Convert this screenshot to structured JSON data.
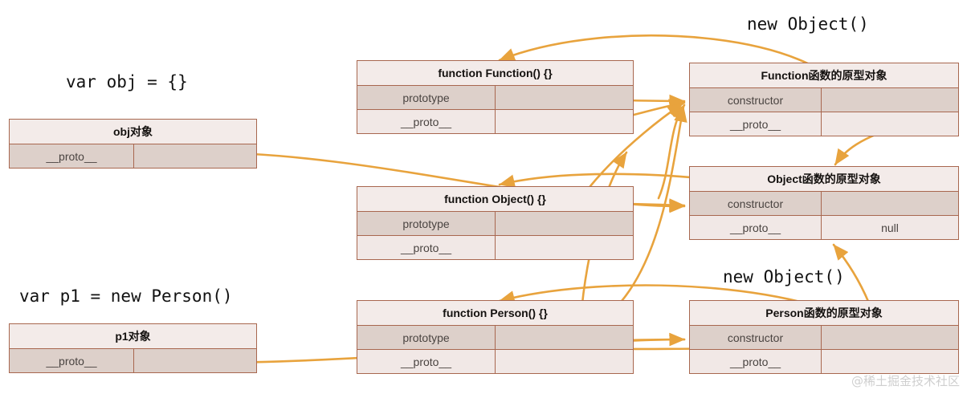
{
  "meta": {
    "title": "JavaScript prototype chain diagram",
    "watermark": "@稀土掘金技术社区"
  },
  "colors": {
    "arrow": "#E8A33D",
    "box_border": "#a8674f",
    "header_fill": "#f3ebe9",
    "row_shaded_fill": "#ddd0ca",
    "row_light_fill": "#f1e8e6",
    "text": "#14110f",
    "watermark": "#cfcfcf"
  },
  "captions": [
    {
      "id": "cap-obj",
      "text": "var obj = {}"
    },
    {
      "id": "cap-newobj-top",
      "text": "new Object()"
    },
    {
      "id": "cap-p1",
      "text": "var p1 = new Person()"
    },
    {
      "id": "cap-newobj-bottom",
      "text": "new Object()"
    }
  ],
  "boxes": {
    "obj": {
      "header": "obj对象",
      "rows": [
        {
          "key": "__proto__",
          "value": ""
        }
      ]
    },
    "function_fn": {
      "header": "function Function() {}",
      "rows": [
        {
          "key": "prototype",
          "value": ""
        },
        {
          "key": "__proto__",
          "value": ""
        }
      ]
    },
    "function_proto": {
      "header": "Function函数的原型对象",
      "rows": [
        {
          "key": "constructor",
          "value": ""
        },
        {
          "key": "__proto__",
          "value": ""
        }
      ]
    },
    "object_fn": {
      "header": "function Object() {}",
      "rows": [
        {
          "key": "prototype",
          "value": ""
        },
        {
          "key": "__proto__",
          "value": ""
        }
      ]
    },
    "object_proto": {
      "header": "Object函数的原型对象",
      "rows": [
        {
          "key": "constructor",
          "value": ""
        },
        {
          "key": "__proto__",
          "value": "null"
        }
      ]
    },
    "p1": {
      "header": "p1对象",
      "rows": [
        {
          "key": "__proto__",
          "value": ""
        }
      ]
    },
    "person_fn": {
      "header": "function Person() {}",
      "rows": [
        {
          "key": "prototype",
          "value": ""
        },
        {
          "key": "__proto__",
          "value": ""
        }
      ]
    },
    "person_proto": {
      "header": "Person函数的原型对象",
      "rows": [
        {
          "key": "constructor",
          "value": ""
        },
        {
          "key": "__proto__",
          "value": ""
        }
      ]
    }
  }
}
